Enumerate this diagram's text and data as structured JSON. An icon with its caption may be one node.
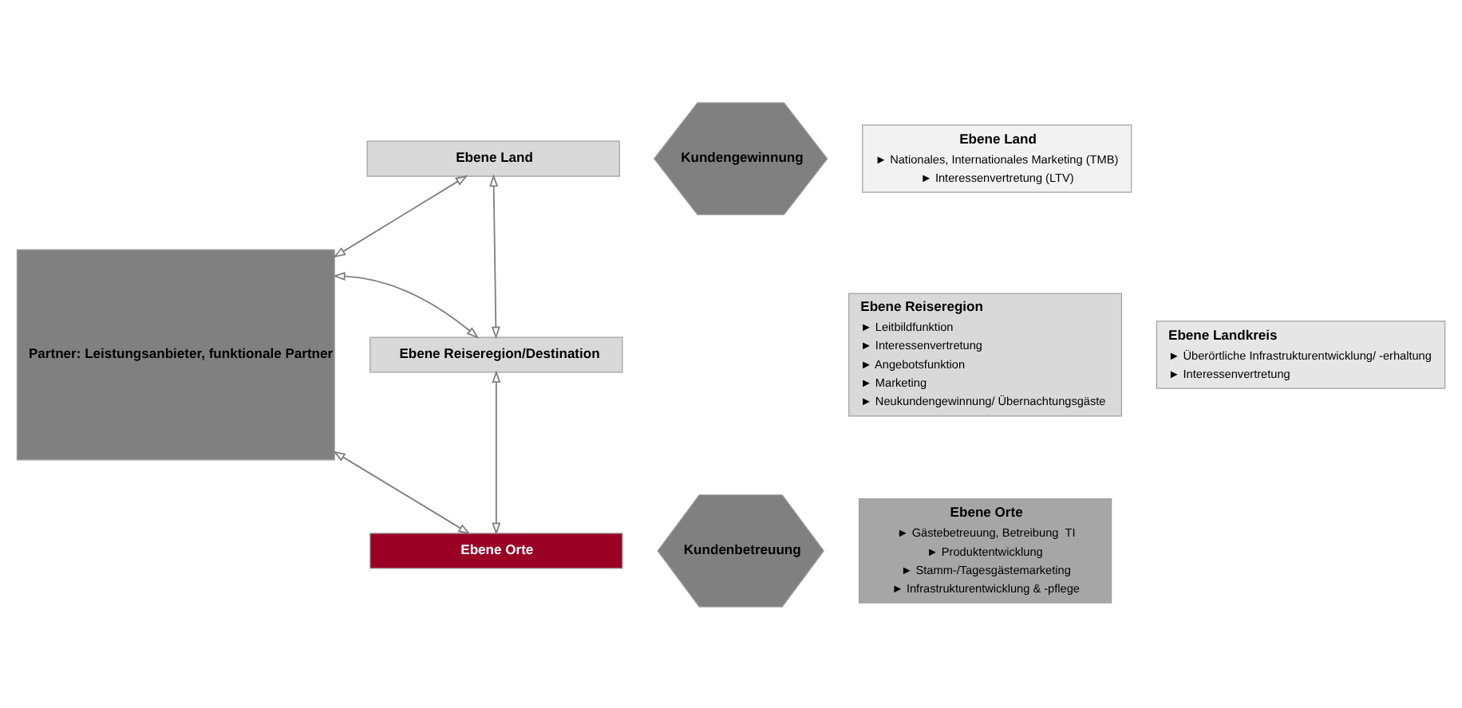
{
  "diagram": {
    "nodes": [
      {
        "text": [
          "Partner: Leistungsanbieter, funktionale Partner"
        ]
      },
      {
        "text": [
          "Ebene Land"
        ]
      },
      {
        "text": [
          "Ebene Reiseregion/Destination"
        ]
      },
      {
        "text": [
          "Ebene Orte"
        ]
      },
      {
        "text": [
          "Kundengewinnung"
        ]
      },
      {
        "text": [
          "Kundenbetreuung"
        ]
      },
      {
        "text": [
          "Ebene Land",
          "► Nationales, Internationales Marketing (TMB)",
          "► Interessenvertretung (LTV)"
        ]
      },
      {
        "text": [
          "Ebene Reiseregion",
          "► Leitbildfunktion",
          "► Interessenvertretung",
          "► Angebotsfunktion",
          "► Marketing",
          "► Neukundengewinnung/ Übernachtungsgäste"
        ]
      },
      {
        "text": [
          "Ebene Landkreis",
          "► Überörtliche Infrastrukturentwicklung/ -erhaltung",
          "► Interessenvertretung"
        ]
      },
      {
        "text": [
          "Ebene Orte",
          "► Gästebetreuung, Betreibung  TI",
          "► Produktentwicklung",
          "► Stamm-/Tagesgästemarketing",
          "► Infrastrukturentwicklung & -pflege"
        ]
      }
    ],
    "edges": [
      {
        "from": 0,
        "to": 1,
        "arrow": "both"
      },
      {
        "from": 1,
        "to": 2,
        "arrow": "both"
      },
      {
        "from": 0,
        "to": 2,
        "arrow": "both"
      },
      {
        "from": 2,
        "to": 3,
        "arrow": "both"
      },
      {
        "from": 0,
        "to": 3,
        "arrow": "both"
      }
    ]
  }
}
